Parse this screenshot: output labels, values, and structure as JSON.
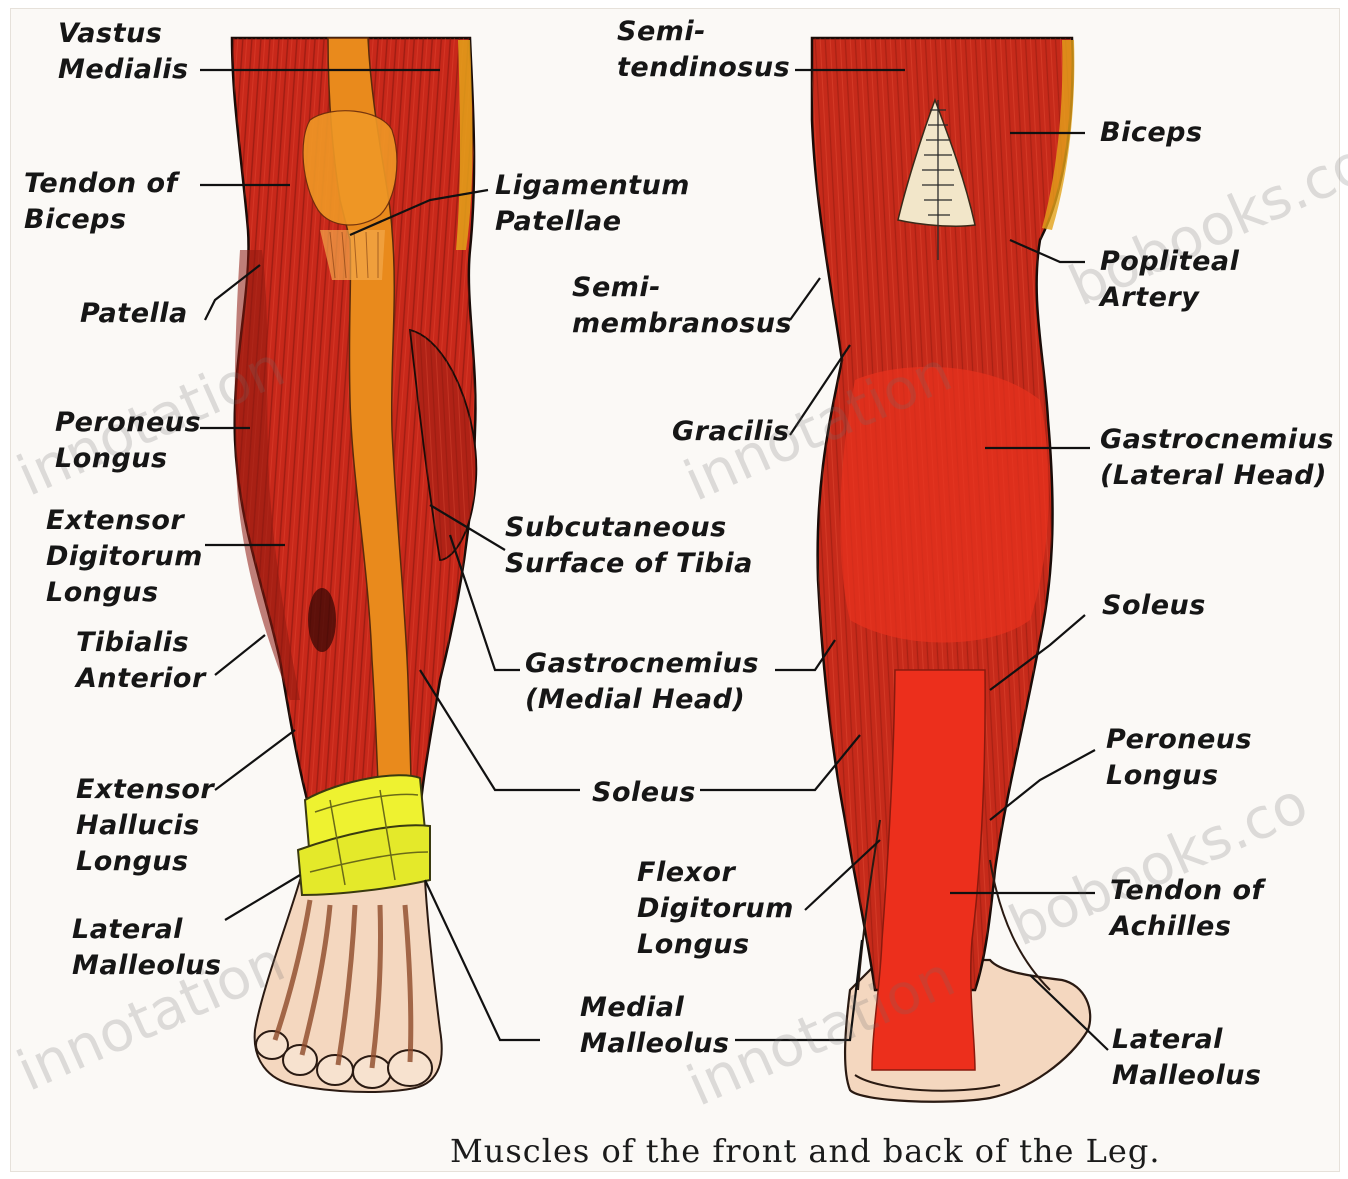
{
  "caption": "Muscles of the front and back of the Leg.",
  "watermark": [
    "innotation",
    "bobooks.co"
  ],
  "colors": {
    "muscle": "#c8281a",
    "muscle_dark": "#8e1a10",
    "muscle_bright": "#e8321e",
    "tibia": "#e98a1c",
    "ligament": "#eef230",
    "skin": "#f4d7bf",
    "tendon": "#f2e6c9",
    "leader_line": "#111111"
  },
  "labels_front": {
    "vastus_medialis": "Vastus\nMedialis",
    "tendon_of_biceps": "Tendon of\nBiceps",
    "patella": "Patella",
    "peroneus_longus": "Peroneus\nLongus",
    "extensor_digitorum_longus": "Extensor\nDigitorum\nLongus",
    "tibialis_anterior": "Tibialis\nAnterior",
    "extensor_hallucis_longus": "Extensor\nHallucis\nLongus",
    "lateral_malleolus": "Lateral\nMalleolus"
  },
  "labels_middle": {
    "ligamentum_patellae": "Ligamentum\nPatellae",
    "semimembranosus": "Semi-\nmembranosus",
    "gracilis": "Gracilis",
    "subcutaneous_surface_of_tibia": "Subcutaneous\nSurface of Tibia",
    "gastrocnemius_medial_head": "Gastrocnemius\n(Medial Head)",
    "soleus": "Soleus",
    "flexor_digitorum_longus": "Flexor\nDigitorum\nLongus",
    "medial_malleolus": "Medial\nMalleolus",
    "semitendinosus": "Semi-\ntendinosus"
  },
  "labels_back": {
    "biceps": "Biceps",
    "popliteal_artery": "Popliteal\nArtery",
    "gastrocnemius_lateral_head": "Gastrocnemius\n(Lateral Head)",
    "soleus": "Soleus",
    "peroneus_longus": "Peroneus\nLongus",
    "tendon_of_achilles": "Tendon of\nAchilles",
    "lateral_malleolus": "Lateral\nMalleolus"
  }
}
